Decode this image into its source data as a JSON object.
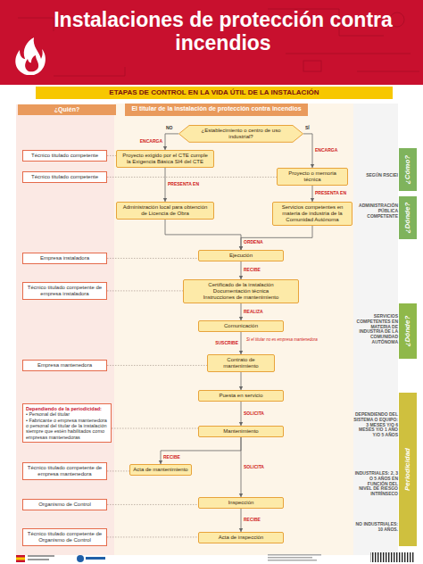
{
  "diagram": {
    "title": "Instalaciones de protección contra incendios",
    "nodes": [
      {
        "text": [
          "ETAPAS DE CONTROL EN LA VIDA ÚTIL DE LA INSTALACIÓN"
        ]
      },
      {
        "text": [
          "¿Quién?"
        ]
      },
      {
        "text": [
          "El titular de la instalación de protección contra incendios"
        ]
      },
      {
        "text": [
          "¿Establecimiento o centro de uso industrial?"
        ]
      },
      {
        "text": [
          "Técnico titulado competente"
        ]
      },
      {
        "text": [
          "Proyecto exigido por el CTE cumple la Exigencia Básica SI4 del CTE"
        ]
      },
      {
        "text": [
          "¿Cómo?"
        ]
      },
      {
        "text": [
          "Técnico titulado competente"
        ]
      },
      {
        "text": [
          "Proyecto o memoria técnica"
        ]
      },
      {
        "text": [
          "¿Dónde?"
        ]
      },
      {
        "text": [
          "Administración local para obtención de Licencia de Obra"
        ]
      },
      {
        "text": [
          "Servicios competentes en materia de industria de la Comunidad Autónoma"
        ]
      },
      {
        "text": [
          "Empresa instaladora"
        ]
      },
      {
        "text": [
          "Ejecución"
        ]
      },
      {
        "text": [
          "Técnico titulado competente de empresa instaladora"
        ]
      },
      {
        "text": [
          "Certificado de la instalación",
          "Documentación técnica",
          "Instrucciones de mantenimiento"
        ]
      },
      {
        "text": [
          "Comunicación"
        ]
      },
      {
        "text": [
          "¿Dónde?"
        ]
      },
      {
        "text": [
          "Empresa mantenedora"
        ]
      },
      {
        "text": [
          "Contrato de mantenimiento"
        ]
      },
      {
        "text": [
          "Puesta en servicio"
        ]
      },
      {
        "text": [
          "Dependiendo de la periodicidad:",
          "• Personal del titular",
          "• Fabricante o empresa mantenedora o personal del titular de la instalación siempre que estén habilitados como empresas mantenedoras"
        ]
      },
      {
        "text": [
          "Mantenimiento"
        ]
      },
      {
        "text": [
          "Periodicidad"
        ]
      },
      {
        "text": [
          "Técnico titulado competente de empresa mantenedora"
        ]
      },
      {
        "text": [
          "Acta de mantenimiento"
        ]
      },
      {
        "text": [
          "Organismo de Control"
        ]
      },
      {
        "text": [
          "Inspección"
        ]
      },
      {
        "text": [
          "Técnico titulado competente de Organismo de Control"
        ]
      },
      {
        "text": [
          "Acta de inspección"
        ]
      }
    ],
    "edges": [
      {
        "from": 3,
        "to": 5,
        "label": "ENCARGA",
        "arrow": "to"
      },
      {
        "from": 3,
        "to": 8,
        "label": "ENCARGA",
        "arrow": "to"
      },
      {
        "from": 5,
        "to": 10,
        "label": "PRESENTA EN",
        "arrow": "to"
      },
      {
        "from": 8,
        "to": 11,
        "label": "PRESENTA EN",
        "arrow": "to"
      },
      {
        "from": 10,
        "to": 13,
        "label": "ORDENA",
        "arrow": "to"
      },
      {
        "from": 11,
        "to": 13,
        "arrow": "to"
      },
      {
        "from": 13,
        "to": 15,
        "label": "RECIBE",
        "arrow": "to"
      },
      {
        "from": 15,
        "to": 16,
        "label": "REALIZA",
        "arrow": "to"
      },
      {
        "from": 16,
        "to": 19,
        "label": "SUSCRIBE",
        "arrow": "to"
      },
      {
        "from": 19,
        "to": 20,
        "arrow": "to"
      },
      {
        "from": 20,
        "to": 22,
        "label": "SOLICITA",
        "arrow": "to"
      },
      {
        "from": 22,
        "to": 25,
        "label": "RECIBE",
        "arrow": "to"
      },
      {
        "from": 22,
        "to": 27,
        "label": "SOLICITA",
        "arrow": "to"
      },
      {
        "from": 27,
        "to": 29,
        "label": "RECIBE",
        "arrow": "to"
      },
      {
        "from": 4,
        "to": 5,
        "arrow": "none"
      },
      {
        "from": 7,
        "to": 8,
        "arrow": "none"
      },
      {
        "from": 12,
        "to": 13,
        "arrow": "none"
      },
      {
        "from": 14,
        "to": 15,
        "arrow": "none"
      },
      {
        "from": 18,
        "to": 19,
        "arrow": "none"
      },
      {
        "from": 21,
        "to": 22,
        "arrow": "none"
      },
      {
        "from": 24,
        "to": 25,
        "arrow": "none"
      },
      {
        "from": 26,
        "to": 27,
        "arrow": "none"
      },
      {
        "from": 28,
        "to": 29,
        "arrow": "none"
      }
    ],
    "labels": [
      "NO",
      "SÍ",
      "SEGÚN RSCIEI",
      "ADMINISTRACIÓN PÚBLICA COMPETENTE",
      "Si el titular no es empresa mantenedora",
      "SERVICIOS COMPETENTES EN MATERIA DE INDUSTRIA DE LA COMUNIDAD AUTÓNOMA",
      "DEPENDIENDO DEL SISTEMA O EQUIPO: 3 MESES Y/O 6 MESES Y/O 1 AÑO Y/O 5 AÑOS",
      "INDUSTRIALES: 2, 3 O 5 AÑOS EN FUNCIÓN DEL NIVEL DE RIESGO INTRÍNSECO",
      "NO INDUSTRIALES: 10 AÑOS."
    ]
  }
}
